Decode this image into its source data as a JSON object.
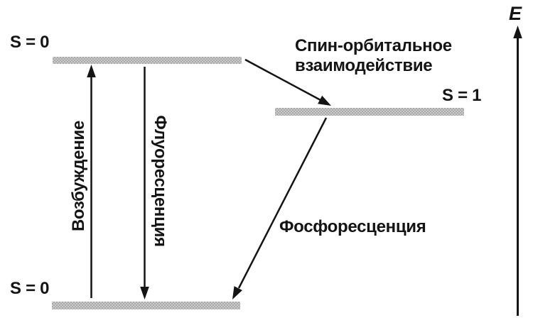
{
  "labels": {
    "excited_singlet": "S = 0",
    "ground_singlet": "S = 0",
    "triplet": "S = 1",
    "excitation": "Возбуждение",
    "fluorescence": "Флуоресценция",
    "phosphorescence": "Фосфоресценция",
    "spin_orbit_line1": "Спин-орбитальное",
    "spin_orbit_line2": "взаимодействие",
    "energy_axis": "E"
  },
  "colors": {
    "ink": "#141414",
    "background": "#ffffff",
    "level_dark": "#a9a9a9",
    "level_light": "#cbcbcb"
  }
}
